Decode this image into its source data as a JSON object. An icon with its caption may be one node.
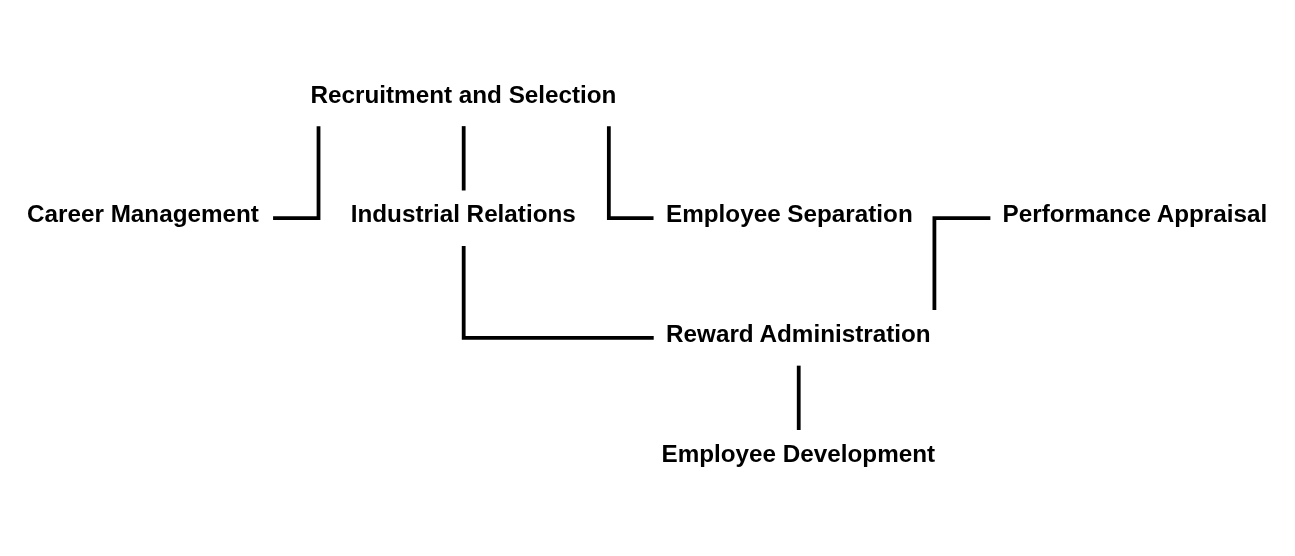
{
  "diagram": {
    "nodes": [
      {
        "text": [
          "Recruitment and Selection"
        ]
      },
      {
        "text": [
          "Career Management"
        ]
      },
      {
        "text": [
          "Industrial Relations"
        ]
      },
      {
        "text": [
          "Employee Separation"
        ]
      },
      {
        "text": [
          "Performance Appraisal"
        ]
      },
      {
        "text": [
          "Reward Administration"
        ]
      },
      {
        "text": [
          "Employee Development"
        ]
      }
    ],
    "edges": [
      {
        "from": 0,
        "to": 1,
        "arrow": "none"
      },
      {
        "from": 0,
        "to": 2,
        "arrow": "none"
      },
      {
        "from": 0,
        "to": 3,
        "arrow": "none"
      },
      {
        "from": 4,
        "to": 5,
        "arrow": "none"
      },
      {
        "from": 2,
        "to": 5,
        "arrow": "none"
      },
      {
        "from": 5,
        "to": 6,
        "arrow": "none"
      }
    ]
  }
}
